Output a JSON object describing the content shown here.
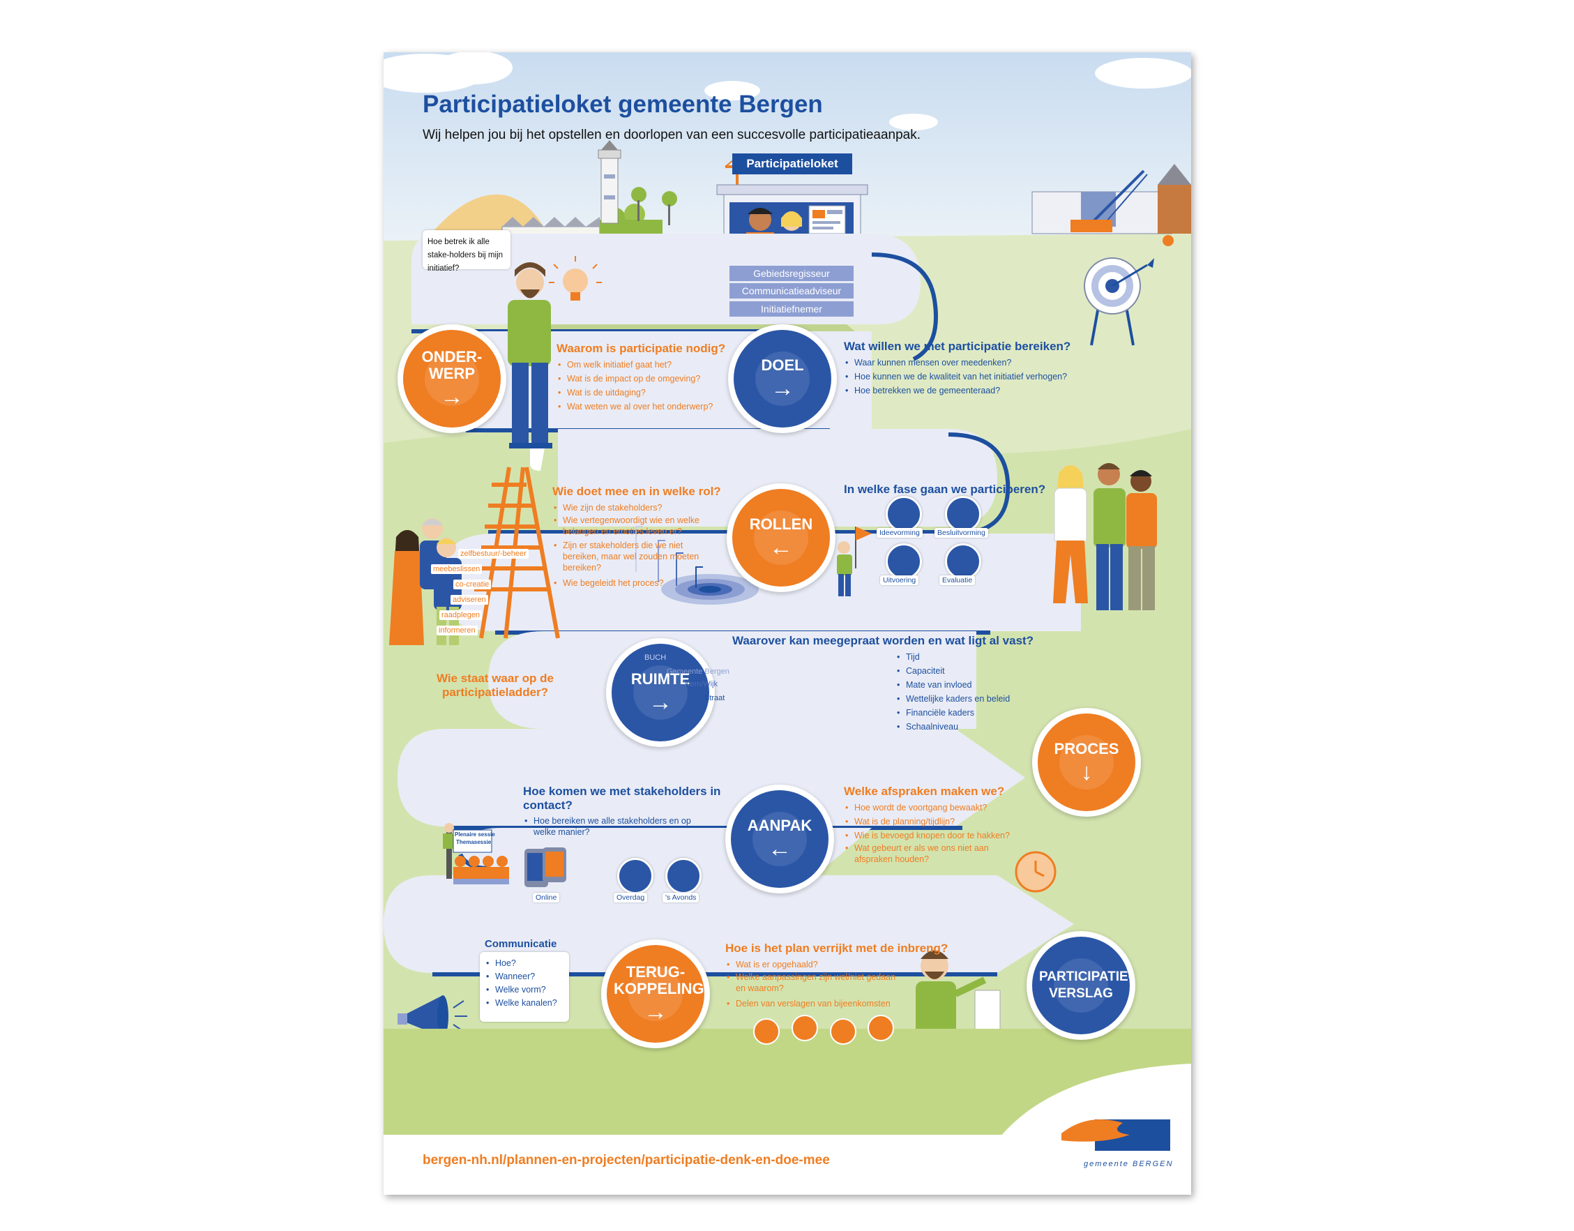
{
  "title": "Participatieloket gemeente Bergen",
  "subtitle": "Wij helpen jou bij het opstellen en doorlopen van een succesvolle participatieaanpak.",
  "speech_bubble": "Hoe betrek ik alle stake-holders bij mijn initiatief?",
  "loket": {
    "title": "Participatieloket",
    "roles": [
      "Gebiedsregisseur",
      "Communicatieadviseur",
      "Initiatiefnemer"
    ]
  },
  "steps": {
    "onderwerp": {
      "label": "ONDER-WERP",
      "arrow": "→"
    },
    "doel": {
      "label": "DOEL",
      "arrow": "→"
    },
    "rollen": {
      "label": "ROLLEN",
      "arrow": "←"
    },
    "ruimte": {
      "label": "RUIMTE",
      "arrow": "→"
    },
    "proces": {
      "label": "PROCES",
      "arrow": "↓"
    },
    "aanpak": {
      "label": "AANPAK",
      "arrow": "←"
    },
    "terugkoppeling": {
      "label": "TERUG-KOPPELING",
      "arrow": "→"
    },
    "verslag": {
      "label": "PARTICIPATIE-VERSLAG"
    }
  },
  "sections": {
    "onderwerp": {
      "heading": "Waarom is participatie nodig?",
      "items": [
        "Om welk initiatief gaat het?",
        "Wat is de impact op de omgeving?",
        "Wat is de uitdaging?",
        "Wat weten we al over het onderwerp?"
      ]
    },
    "doel": {
      "heading": "Wat willen we met participatie bereiken?",
      "items": [
        "Waar kunnen mensen over meedenken?",
        "Hoe kunnen we de kwaliteit van het initiatief verhogen?",
        "Hoe betrekken we de gemeenteraad?"
      ]
    },
    "rollen": {
      "heading": "Wie doet mee en in welke rol?",
      "items": [
        "Wie zijn de stakeholders?",
        "Wie vertegenwoordigt wie en welke belangen en emoties leven er?",
        "Zijn er stakeholders die we niet bereiken, maar wel zouden moeten bereiken?",
        "Wie begeleidt het proces?"
      ]
    },
    "fase": {
      "heading": "In welke fase gaan we participeren?",
      "phases": [
        "Ideevorming",
        "Besluitvorming",
        "Uitvoering",
        "Evaluatie"
      ]
    },
    "ladder": {
      "question": "Wie staat waar op de participatieladder?",
      "levels": [
        "zelfbestuur/-beheer",
        "meebeslissen",
        "co-creatie",
        "adviseren",
        "raadplegen",
        "informeren"
      ]
    },
    "ruimte": {
      "heading": "Waarover kan meegepraat worden en wat ligt al vast?",
      "levels": [
        "BUCH",
        "Gemeente Bergen",
        "Kern/Wijk",
        "Straat"
      ],
      "items": [
        "Tijd",
        "Capaciteit",
        "Mate van invloed",
        "Wettelijke kaders en beleid",
        "Financiële kaders",
        "Schaalniveau"
      ]
    },
    "contact": {
      "heading": "Hoe komen we met stakeholders in contact?",
      "items": [
        "Hoe bereiken we alle stakeholders en op welke manier?"
      ],
      "board": [
        "Plenaire sessie",
        "Themasessie"
      ],
      "channels": [
        "Online",
        "Overdag",
        "'s Avonds"
      ]
    },
    "afspraken": {
      "heading": "Welke afspraken maken we?",
      "items": [
        "Hoe wordt de voortgang bewaakt?",
        "Wat is de planning/tijdlijn?",
        "Wie is bevoegd knopen door te hakken?",
        "Wat gebeurt er als we ons niet aan afspraken houden?"
      ]
    },
    "communicatie": {
      "heading": "Communicatie",
      "items": [
        "Hoe?",
        "Wanneer?",
        "Welke vorm?",
        "Welke kanalen?"
      ]
    },
    "verrijkt": {
      "heading": "Hoe is het plan verrijkt met de inbreng?",
      "items": [
        "Wat is er opgehaald?",
        "Welke aanpassingen zijn wel/niet gedaan en waarom?",
        "Delen van verslagen van bijeenkomsten"
      ]
    }
  },
  "footer": {
    "url": "bergen-nh.nl/plannen-en-projecten/participatie-denk-en-doe-mee",
    "logo_text": "gemeente BERGEN"
  },
  "colors": {
    "blue": "#1d4f9f",
    "orange": "#ef7d22",
    "path": "#e9ecf6",
    "green": "#c9dc9e"
  }
}
